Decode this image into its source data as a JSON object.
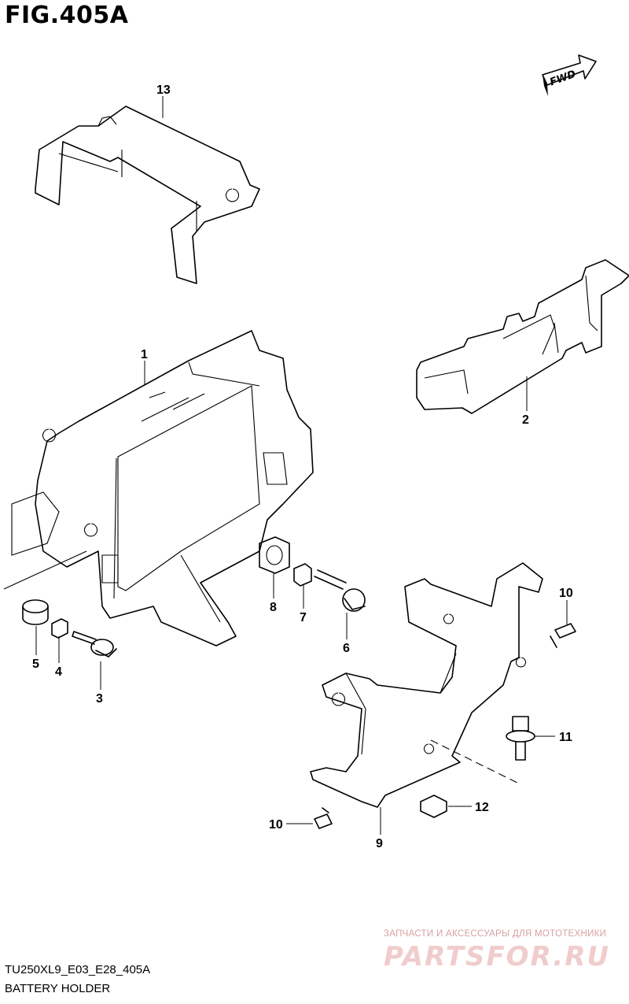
{
  "figure": {
    "title": "FIG.405A",
    "code": "TU250XL9_E03_E28_405A",
    "caption": "BATTERY HOLDER",
    "fwd": "FWD"
  },
  "watermark": {
    "line1": "ЗАПЧАСТИ И АКСЕССУАРЫ ДЛЯ МОТОТЕХНИКИ",
    "line2": "PARTSFOR.RU"
  },
  "callouts": [
    {
      "num": "1"
    },
    {
      "num": "2"
    },
    {
      "num": "3"
    },
    {
      "num": "4"
    },
    {
      "num": "5"
    },
    {
      "num": "6"
    },
    {
      "num": "7"
    },
    {
      "num": "8"
    },
    {
      "num": "9"
    },
    {
      "num": "10"
    },
    {
      "num": "10"
    },
    {
      "num": "11"
    },
    {
      "num": "12"
    },
    {
      "num": "13"
    }
  ]
}
